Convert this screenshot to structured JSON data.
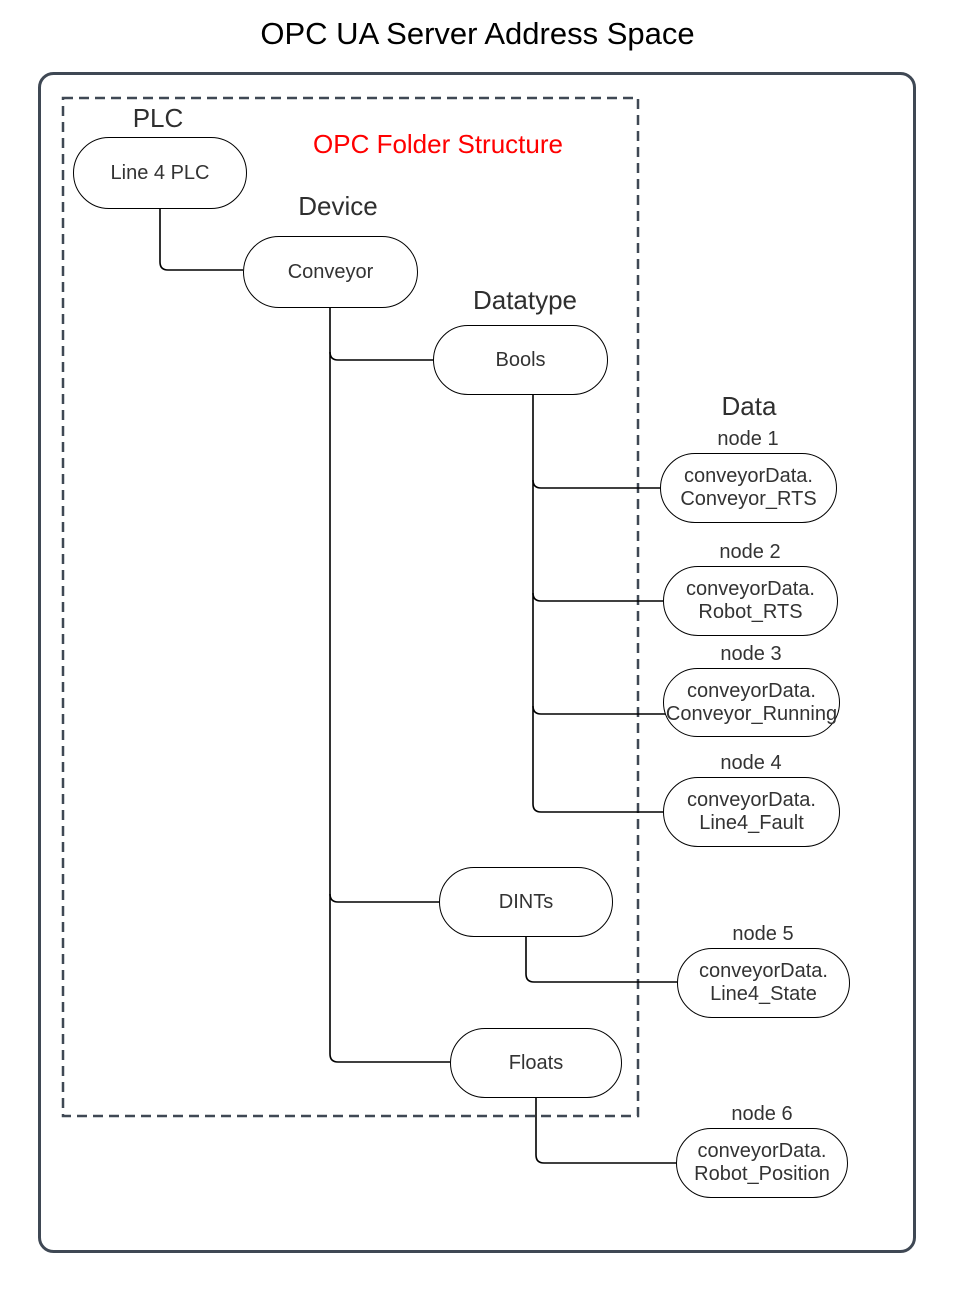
{
  "title": "OPC UA Server Address Space",
  "annotation": "OPC Folder Structure",
  "colors": {
    "frame": "#3f4854",
    "node_border": "#000000",
    "annotation_red": "#ff0000",
    "text": "#333333",
    "background": "#ffffff"
  },
  "column_labels": {
    "plc": "PLC",
    "device": "Device",
    "datatype": "Datatype",
    "data": "Data"
  },
  "folders": {
    "plc_node": "Line 4 PLC",
    "device_node": "Conveyor",
    "bools_node": "Bools",
    "dints_node": "DINTs",
    "floats_node": "Floats"
  },
  "data_nodes": [
    {
      "name": "node 1",
      "line1": "conveyorData.",
      "line2": "Conveyor_RTS"
    },
    {
      "name": "node 2",
      "line1": "conveyorData.",
      "line2": "Robot_RTS"
    },
    {
      "name": "node 3",
      "line1": "conveyorData.",
      "line2": "Conveyor_Running"
    },
    {
      "name": "node 4",
      "line1": "conveyorData.",
      "line2": "Line4_Fault"
    },
    {
      "name": "node 5",
      "line1": "conveyorData.",
      "line2": "Line4_State"
    },
    {
      "name": "node 6",
      "line1": "conveyorData.",
      "line2": "Robot_Position"
    }
  ]
}
